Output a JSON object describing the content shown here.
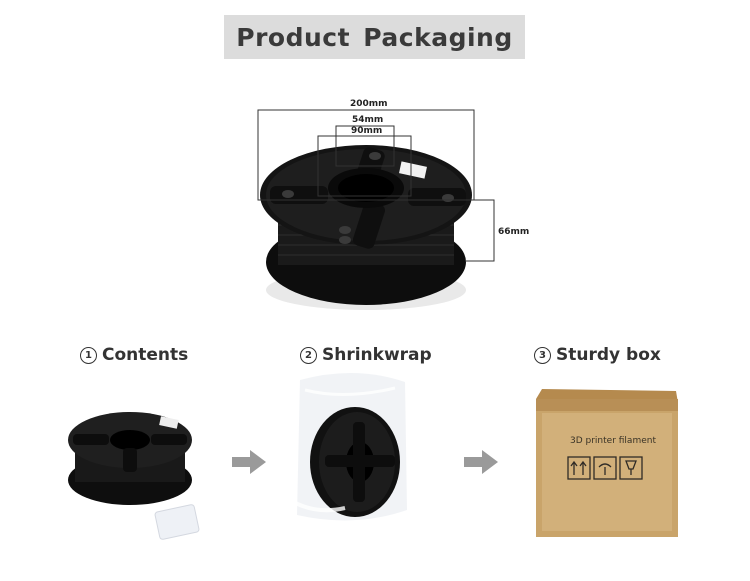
{
  "header": {
    "title": "Product Packaging"
  },
  "dimensions": {
    "outer_diameter": "200mm",
    "hub_diameter": "54mm",
    "inner_diameter": "90mm",
    "width": "66mm"
  },
  "steps": [
    {
      "number": "1",
      "label": "Contents"
    },
    {
      "number": "2",
      "label": "Shrinkwrap"
    },
    {
      "number": "3",
      "label": "Sturdy box"
    }
  ],
  "box": {
    "print_text": "3D printer filament"
  },
  "icons": [
    "spool-icon",
    "arrow-right-icon",
    "box-icon",
    "fragile-icon",
    "this-way-up-icon",
    "keep-dry-icon"
  ],
  "colors": {
    "banner": "#dcdcdc",
    "spool": "#151515",
    "box": "#c9a46a",
    "arrow": "#9a9a9a"
  }
}
